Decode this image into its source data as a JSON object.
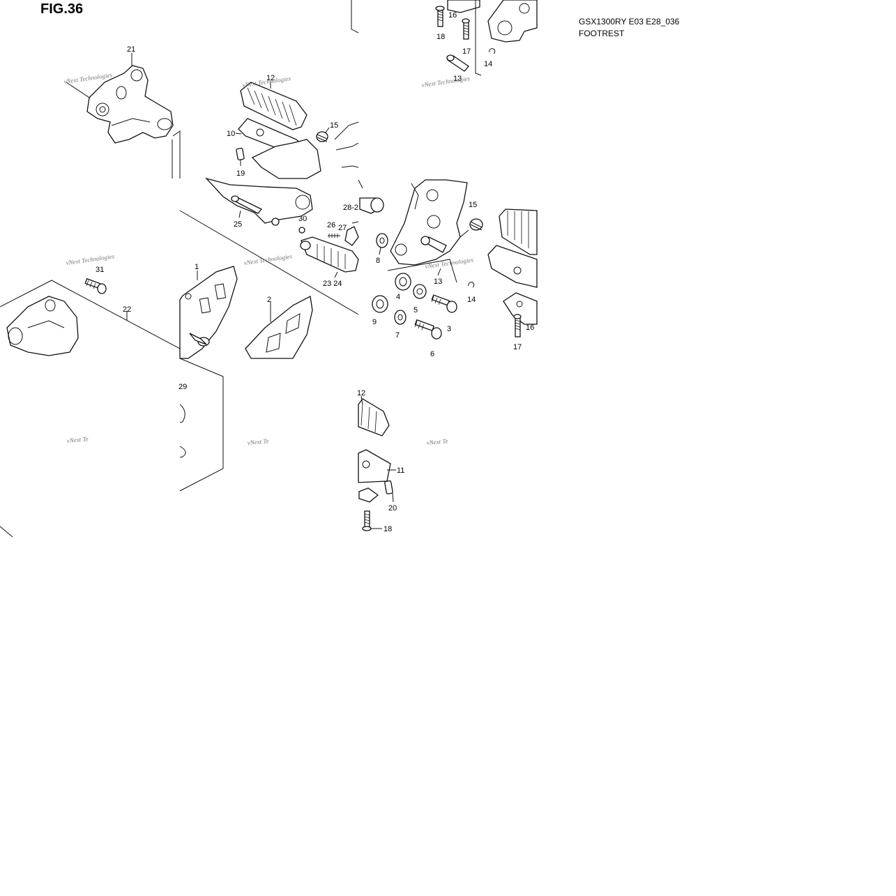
{
  "figure": {
    "title": "FIG.36",
    "model_code": "GSX1300RY E03 E28_036",
    "section": "FOOTREST"
  },
  "watermark": {
    "line1": "vNext Technologies",
    "short": "vNext Te"
  },
  "callouts": {
    "c1": "1",
    "c2": "2",
    "c3": "3",
    "c4": "4",
    "c5": "5",
    "c6": "6",
    "c7": "7",
    "c8": "8",
    "c9": "9",
    "c10": "10",
    "c11": "11",
    "c12a": "12",
    "c12b": "12",
    "c13a": "13",
    "c13b": "13",
    "c14a": "14",
    "c14b": "14",
    "c15a": "15",
    "c15b": "15",
    "c16a": "16",
    "c16b": "16",
    "c17a": "17",
    "c17b": "17",
    "c18a": "18",
    "c18b": "18",
    "c19": "19",
    "c20": "20",
    "c21": "21",
    "c22": "22",
    "c23_24": "23 24",
    "c25": "25",
    "c26": "26",
    "c27": "27",
    "c28": "28-2",
    "c29": "29",
    "c30": "30",
    "c31": "31"
  }
}
